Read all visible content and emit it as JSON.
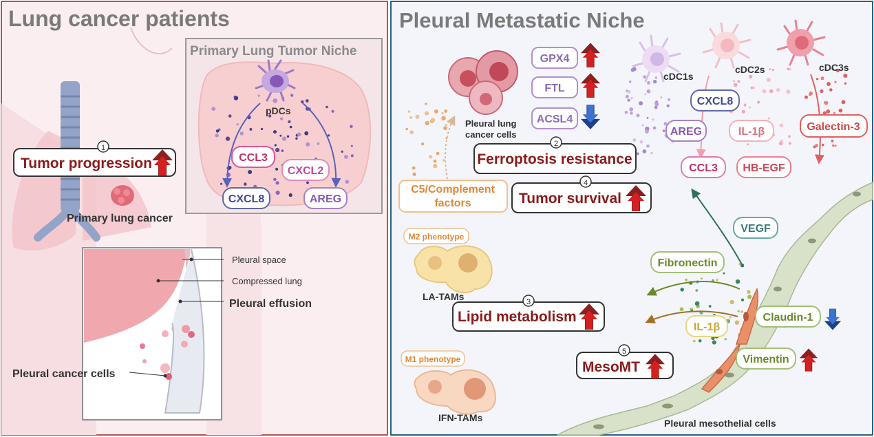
{
  "left_panel": {
    "title": "Lung cancer patients",
    "primary_niche_title": "Primary Lung Tumor Niche",
    "pdcs": "pDCs",
    "ccl3": "CCL3",
    "cxcl2": "CXCL2",
    "cxcl8": "CXCL8",
    "areg": "AREG",
    "primary_lung_cancer": "Primary lung cancer",
    "step1_number": "1",
    "tumor_progression": "Tumor progression",
    "pleural_space": "Pleural space",
    "compressed_lung": "Compressed lung",
    "pleural_effusion": "Pleural effusion",
    "pleural_cancer_cells": "Pleural cancer cells"
  },
  "right_panel": {
    "title": "Pleural Metastatic Niche",
    "pleural_lung_cancer_cells_line1": "Pleural  lung",
    "pleural_lung_cancer_cells_line2": "cancer cells",
    "gpx4": "GPX4",
    "ftl": "FTL",
    "acsl4": "ACSL4",
    "step2_number": "2",
    "ferroptosis_resistance": "Ferroptosis resistance",
    "step4_number": "4",
    "tumor_survival": "Tumor survival",
    "c5_line1": "C5/Complement",
    "c5_line2": "factors",
    "m2_phenotype": "M2 phenotype",
    "la_tams": "LA-TAMs",
    "step3_number": "3",
    "lipid_metabolism": "Lipid metabolism",
    "m1_phenotype": "M1 phenotype",
    "ifn_tams": "IFN-TAMs",
    "step5_number": "5",
    "mesomt": "MesoMT",
    "cdc1s": "cDC1s",
    "cdc2s": "cDC2s",
    "cdc3s": "cDC3s",
    "cxcl8": "CXCL8",
    "areg": "AREG",
    "il1b_top": "IL-1β",
    "galectin3": "Galectin-3",
    "ccl3": "CCL3",
    "hbegf": "HB-EGF",
    "vegf": "VEGF",
    "fibronectin": "Fibronectin",
    "il1b_bottom": "IL-1β",
    "claudin1": "Claudin-1",
    "vimentin": "Vimentin",
    "pleural_mesothelial_cells": "Pleural mesothelial cells"
  },
  "colors": {
    "left_border": "#a85a4e",
    "right_border": "#2d5f80",
    "left_bg": "#fbeef0",
    "right_bg": "#f4f5fa",
    "dark_red": "#8b1a1a",
    "up_arrow_red": "#c8201e",
    "down_arrow_blue": "#2d5fb8"
  }
}
